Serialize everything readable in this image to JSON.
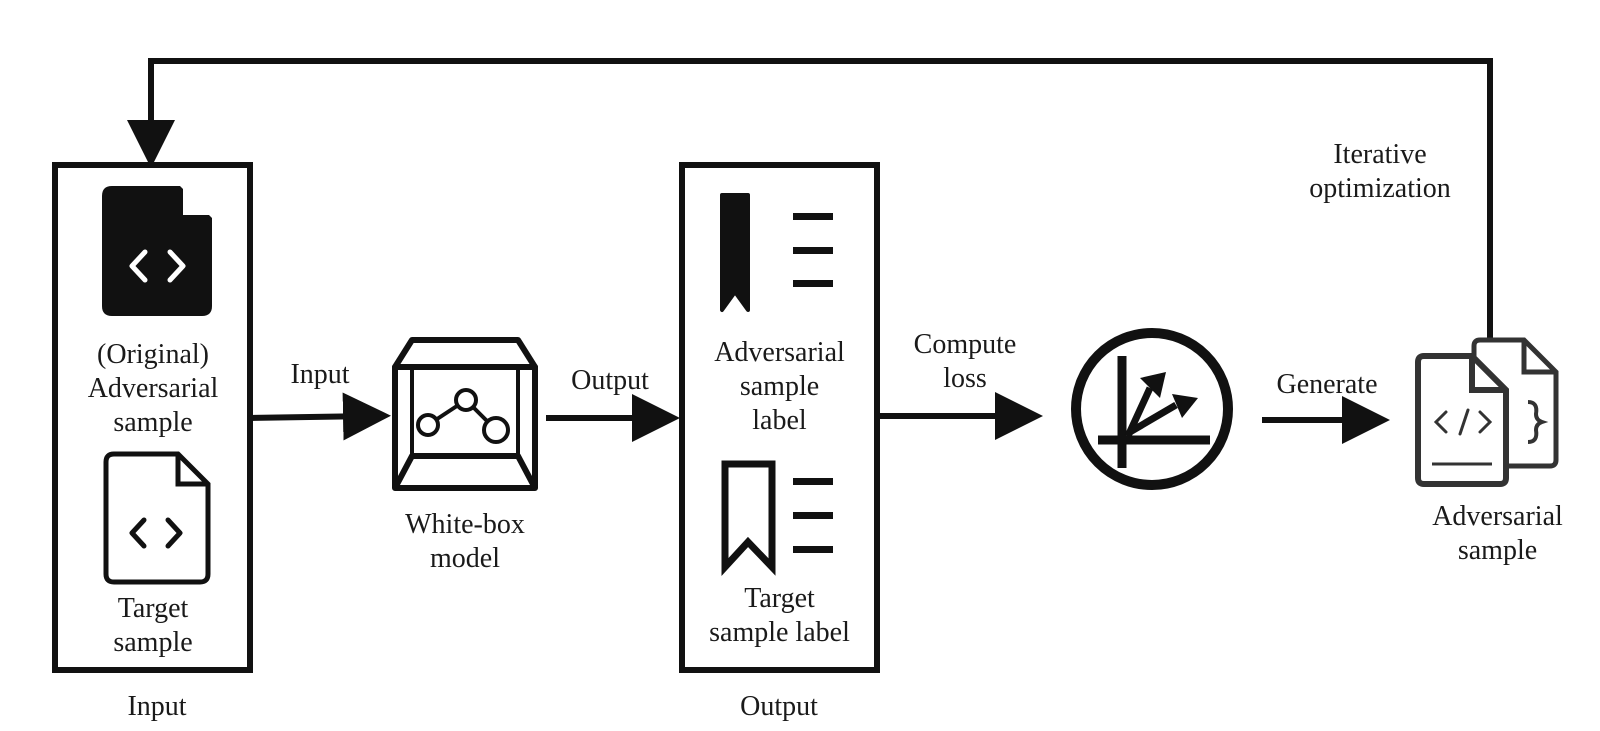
{
  "input_box": {
    "original_label": "(Original)\nAdversarial\nsample",
    "target_label": "Target\nsample",
    "caption": "Input"
  },
  "edges": {
    "input": "Input",
    "output": "Output",
    "compute_loss": "Compute\nloss",
    "generate": "Generate",
    "iterative": "Iterative\noptimization"
  },
  "model": {
    "label": "White-box\nmodel"
  },
  "output_box": {
    "adv_label": "Adversarial\nsample\nlabel",
    "target_label": "Target\nsample label",
    "caption": "Output"
  },
  "result": {
    "label": "Adversarial\nsample"
  },
  "icons": [
    "code-file-icon",
    "white-box-icon",
    "bookmark-list-icon",
    "loss-gradient-icon",
    "code-files-icon"
  ]
}
